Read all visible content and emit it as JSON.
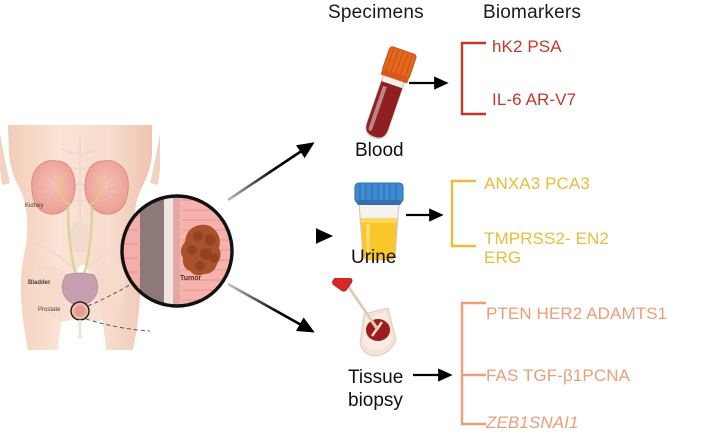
{
  "headers": {
    "specimens": "Specimens",
    "biomarkers": "Biomarkers"
  },
  "anatomy": {
    "labels": {
      "kidney": "Kidney",
      "bladder": "Bladder",
      "prostate": "Prostate",
      "tumor": "Tumor"
    },
    "colors": {
      "skin": "#f7ddd0",
      "skin_shadow": "#eccab9",
      "kidney": "#f0a9a0",
      "kidney_inner": "#e2c88a",
      "bladder": "#caa3b0",
      "prostate": "#e7b4ab",
      "ureter": "#ddd39a",
      "inset_tissue": "#f3b2ae",
      "inset_duct": "#8d7a78",
      "tumor": "#a9512a",
      "outline": "#111111"
    }
  },
  "rows": [
    {
      "id": "blood",
      "specimen_label": "Blood",
      "accent": "#c0392b",
      "icon": "blood-tube-icon",
      "bracket_ticks": 2,
      "biomarker_lines": [
        "hK2  PSA",
        "IL-6  AR-V7"
      ],
      "italic": false
    },
    {
      "id": "urine",
      "specimen_label": "Urine",
      "accent": "#e8bc3c",
      "icon": "urine-cup-icon",
      "bracket_ticks": 2,
      "biomarker_lines": [
        "ANXA3    PCA3",
        "TMPRSS2-  EN2\n    ERG"
      ],
      "italic": false
    },
    {
      "id": "tissue",
      "specimen_label": "Tissue\nbiopsy",
      "accent": "#e89f7a",
      "icon": "biopsy-needle-icon",
      "bracket_ticks": 3,
      "biomarker_lines": [
        "PTEN HER2 ADAMTS1",
        "FAS  TGF-β1PCNA",
        "ZEB1SNAI1"
      ],
      "italic_last": true
    }
  ],
  "arrows": {
    "fan": [
      "arrow-to-blood",
      "arrow-to-urine",
      "arrow-to-tissue"
    ],
    "specimen_to_bracket": [
      "blood-arrow",
      "urine-arrow",
      "tissue-arrow"
    ],
    "color": "#000000"
  }
}
